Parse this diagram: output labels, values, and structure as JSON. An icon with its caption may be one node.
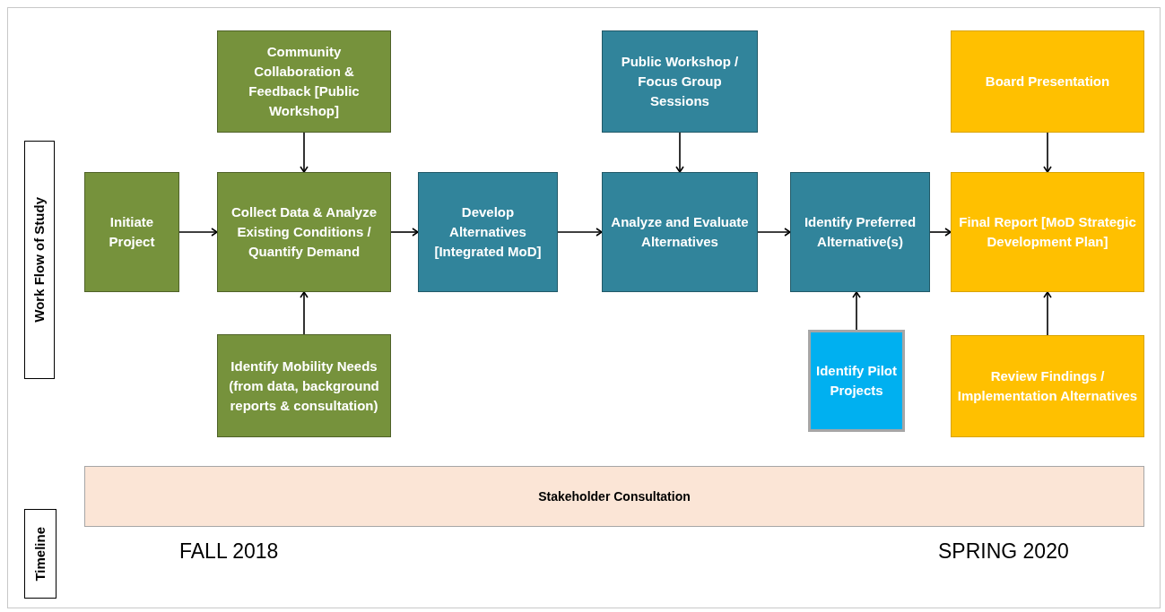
{
  "diagram": {
    "nodes": [
      {
        "text": [
          "Work Flow of Study"
        ]
      },
      {
        "text": [
          "Community Collaboration & Feedback [Public Workshop]"
        ]
      },
      {
        "text": [
          "Initiate Project"
        ]
      },
      {
        "text": [
          "Collect Data & Analyze Existing Conditions / Quantify Demand"
        ]
      },
      {
        "text": [
          "Identify Mobility Needs (from data, background reports & consultation)"
        ]
      },
      {
        "text": [
          "Develop Alternatives [Integrated MoD]"
        ]
      },
      {
        "text": [
          "Public Workshop / Focus Group Sessions"
        ]
      },
      {
        "text": [
          "Analyze and Evaluate Alternatives"
        ]
      },
      {
        "text": [
          "Identify Preferred Alternative(s)"
        ]
      },
      {
        "text": [
          "Identify Pilot Projects"
        ]
      },
      {
        "text": [
          "Board Presentation"
        ]
      },
      {
        "text": [
          "Final Report [MoD Strategic Development Plan]"
        ]
      },
      {
        "text": [
          "Review Findings / Implementation Alternatives"
        ]
      },
      {
        "text": [
          "Stakeholder Consultation"
        ]
      },
      {
        "text": [
          "Timeline"
        ]
      }
    ],
    "edges": [
      {
        "from": 2,
        "to": 3,
        "arrow": "to"
      },
      {
        "from": 1,
        "to": 3,
        "arrow": "to"
      },
      {
        "from": 4,
        "to": 3,
        "arrow": "to"
      },
      {
        "from": 3,
        "to": 5,
        "arrow": "to"
      },
      {
        "from": 5,
        "to": 7,
        "arrow": "to"
      },
      {
        "from": 6,
        "to": 7,
        "arrow": "to"
      },
      {
        "from": 7,
        "to": 8,
        "arrow": "to"
      },
      {
        "from": 9,
        "to": 8,
        "arrow": "to"
      },
      {
        "from": 8,
        "to": 11,
        "arrow": "to"
      },
      {
        "from": 10,
        "to": 11,
        "arrow": "to"
      },
      {
        "from": 12,
        "to": 11,
        "arrow": "to"
      }
    ],
    "labels": [
      "FALL 2018",
      "SPRING 2020"
    ]
  }
}
